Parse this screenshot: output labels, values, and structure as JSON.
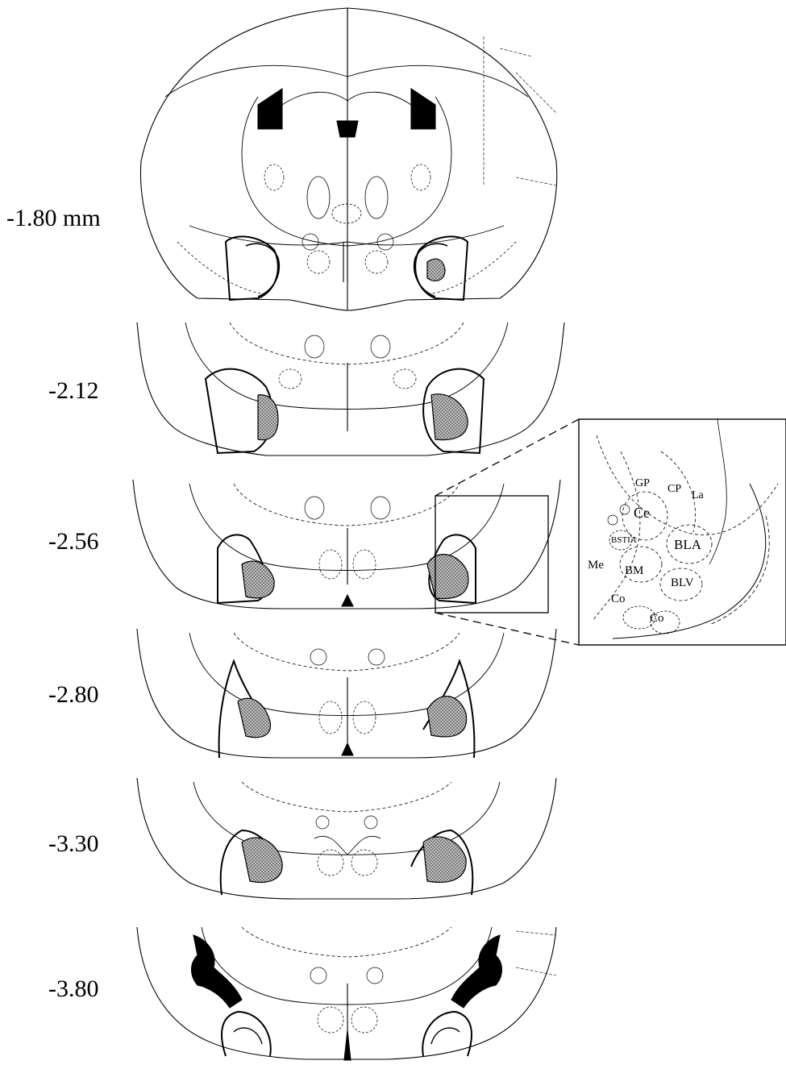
{
  "levels": [
    {
      "label": "-1.80 mm"
    },
    {
      "label": "-2.12"
    },
    {
      "label": "-2.56"
    },
    {
      "label": "-2.80"
    },
    {
      "label": "-3.30"
    },
    {
      "label": "-3.80"
    }
  ],
  "inset": {
    "regions": [
      "GP",
      "CP",
      "La",
      "Ce",
      "BSTIA",
      "BLA",
      "Me",
      "BM",
      "BLV",
      "Co",
      "Co"
    ]
  },
  "colors": {
    "ink": "#000000",
    "lesion_fill": "#9a9a9a",
    "paper": "#ffffff"
  }
}
